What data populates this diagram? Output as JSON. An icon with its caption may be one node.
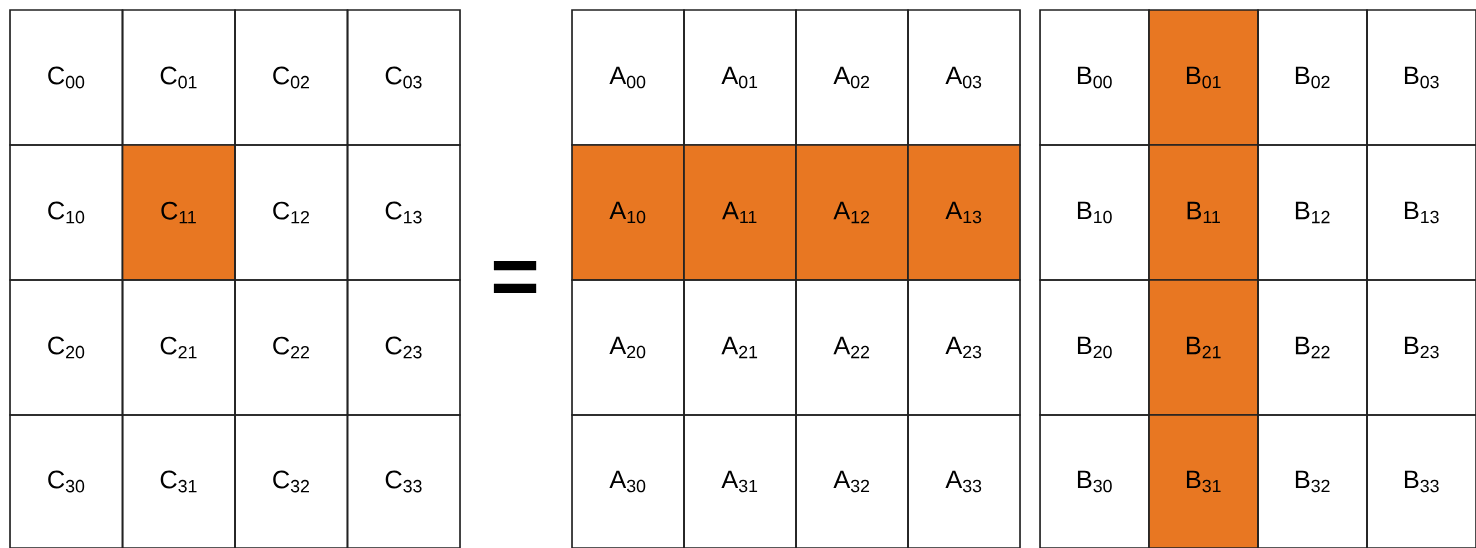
{
  "diagram": {
    "nodes": [
      {
        "text": [
          "C$_{00}$"
        ]
      },
      {
        "text": [
          "C$_{01}$"
        ]
      },
      {
        "text": [
          "C$_{02}$"
        ]
      },
      {
        "text": [
          "C$_{03}$"
        ]
      },
      {
        "text": [
          "C$_{10}$"
        ]
      },
      {
        "text": [
          "C$_{11}$"
        ]
      },
      {
        "text": [
          "C$_{12}$"
        ]
      },
      {
        "text": [
          "C$_{13}$"
        ]
      },
      {
        "text": [
          "C$_{20}$"
        ]
      },
      {
        "text": [
          "C$_{21}$"
        ]
      },
      {
        "text": [
          "C$_{22}$"
        ]
      },
      {
        "text": [
          "C$_{23}$"
        ]
      },
      {
        "text": [
          "C$_{30}$"
        ]
      },
      {
        "text": [
          "C$_{31}$"
        ]
      },
      {
        "text": [
          "C$_{32}$"
        ]
      },
      {
        "text": [
          "C$_{33}$"
        ]
      },
      {
        "text": [
          "A$_{00}$"
        ]
      },
      {
        "text": [
          "A$_{01}$"
        ]
      },
      {
        "text": [
          "A$_{02}$"
        ]
      },
      {
        "text": [
          "A$_{03}$"
        ]
      },
      {
        "text": [
          "A$_{10}$"
        ]
      },
      {
        "text": [
          "A$_{11}$"
        ]
      },
      {
        "text": [
          "A$_{12}$"
        ]
      },
      {
        "text": [
          "A$_{13}$"
        ]
      },
      {
        "text": [
          "A$_{20}$"
        ]
      },
      {
        "text": [
          "A$_{21}$"
        ]
      },
      {
        "text": [
          "A$_{22}$"
        ]
      },
      {
        "text": [
          "A$_{23}$"
        ]
      },
      {
        "text": [
          "A$_{30}$"
        ]
      },
      {
        "text": [
          "A$_{31}$"
        ]
      },
      {
        "text": [
          "A$_{32}$"
        ]
      },
      {
        "text": [
          "A$_{33}$"
        ]
      },
      {
        "text": [
          "B$_{00}$"
        ]
      },
      {
        "text": [
          "B$_{01}$"
        ]
      },
      {
        "text": [
          "B$_{02}$"
        ]
      },
      {
        "text": [
          "B$_{03}$"
        ]
      },
      {
        "text": [
          "B$_{10}$"
        ]
      },
      {
        "text": [
          "B$_{11}$"
        ]
      },
      {
        "text": [
          "B$_{12}$"
        ]
      },
      {
        "text": [
          "B$_{13}$"
        ]
      },
      {
        "text": [
          "B$_{20}$"
        ]
      },
      {
        "text": [
          "B$_{21}$"
        ]
      },
      {
        "text": [
          "B$_{22}$"
        ]
      },
      {
        "text": [
          "B$_{23}$"
        ]
      },
      {
        "text": [
          "B$_{30}$"
        ]
      },
      {
        "text": [
          "B$_{31}$"
        ]
      },
      {
        "text": [
          "B$_{32}$"
        ]
      },
      {
        "text": [
          "B$_{33}$"
        ]
      }
    ],
    "labels": [
      "="
    ]
  }
}
